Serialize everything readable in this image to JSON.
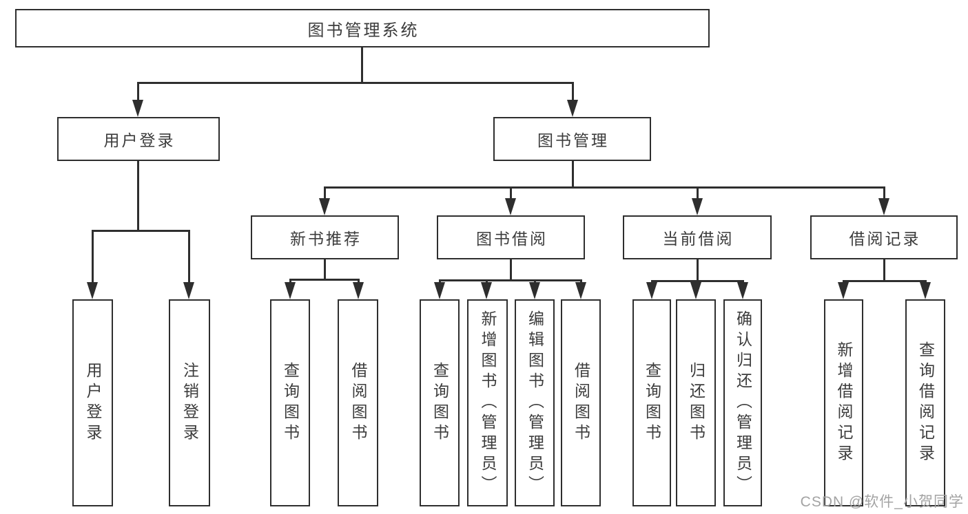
{
  "nodes": {
    "root": "图书管理系统",
    "user_login": "用户登录",
    "book_mgmt": "图书管理",
    "new_book_rec": "新书推荐",
    "book_borrow": "图书借阅",
    "current_borrow": "当前借阅",
    "borrow_record": "借阅记录",
    "leaf_user_login": "用户登录",
    "leaf_logout": "注销登录",
    "leaf_nb_query": "查询图书",
    "leaf_nb_borrow": "借阅图书",
    "leaf_bb_query": "查询图书",
    "leaf_bb_add": "新增图书（管理员）",
    "leaf_bb_edit": "编辑图书（管理员）",
    "leaf_bb_borrow": "借阅图书",
    "leaf_cb_query": "查询图书",
    "leaf_cb_return": "归还图书",
    "leaf_cb_confirm": "确认归还（管理员）",
    "leaf_br_add": "新增借阅记录",
    "leaf_br_query": "查询借阅记录"
  },
  "watermark": "CSDN @软件_小贺同学",
  "colors": {
    "line": "#2e2e2e",
    "text": "#3c3c3c",
    "background": "#ffffff",
    "watermark": "#a3a3a3"
  }
}
